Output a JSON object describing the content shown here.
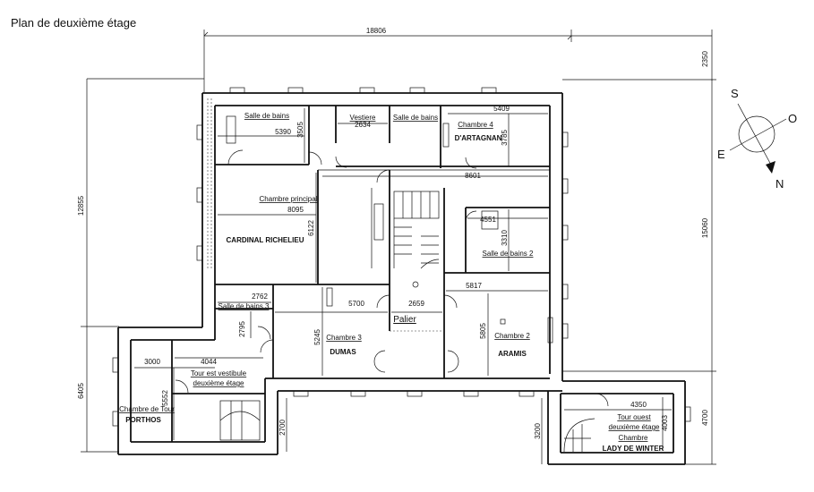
{
  "title": "Plan de deuxième étage",
  "dimensions": {
    "top_width": "18806",
    "top_offset": "2350",
    "left_height": "12855",
    "right_height": "15060",
    "bottom_left_height": "6405",
    "bottom_left_small": "2700",
    "bottom_right_small": "3200",
    "right_tower_height": "4700",
    "d5409": "5409",
    "d3785": "3785",
    "d5390": "5390",
    "d3505": "3505",
    "d2634": "2634",
    "d8601": "8601",
    "d8095": "8095",
    "d6122": "6122",
    "d4551": "4551",
    "d3310": "3310",
    "d5817": "5817",
    "d2762": "2762",
    "d5700": "5700",
    "d2659": "2659",
    "d2795": "2795",
    "d5245": "5245",
    "d5805": "5805",
    "d4044": "4044",
    "d3000": "3000",
    "d5552": "5552",
    "d4350": "4350",
    "d4003": "4003"
  },
  "rooms": {
    "salle_de_bains_1": "Salle de bains",
    "vestiere": "Vestiere",
    "salle_de_bains_2": "Salle de bains",
    "chambre4": "Chambre 4",
    "chambre4_name": "D'ARTAGNAN",
    "chambre_principal": "Chambre principal",
    "cardinal": "CARDINAL RICHELIEU",
    "salle_de_bains_bain2": "Salle de bains 2",
    "salle_de_bains_3": "Salle de bains 3",
    "chambre3": "Chambre 3",
    "chambre3_name": "DUMAS",
    "palier": "Palier",
    "chambre2": "Chambre 2",
    "chambre2_name": "ARAMIS",
    "tour_est_1": "Tour est vestibule",
    "tour_est_2": "deuxième étage",
    "chambre_de_tour": "Chambre de Tour",
    "porthos": "PORTHOS",
    "tour_ouest_1": "Tour ouest",
    "tour_ouest_2": "deuxième étage",
    "chambre_lady": "Chambre",
    "lady": "LADY DE WINTER"
  },
  "compass": {
    "s": "S",
    "o": "O",
    "e": "E",
    "n": "N"
  }
}
